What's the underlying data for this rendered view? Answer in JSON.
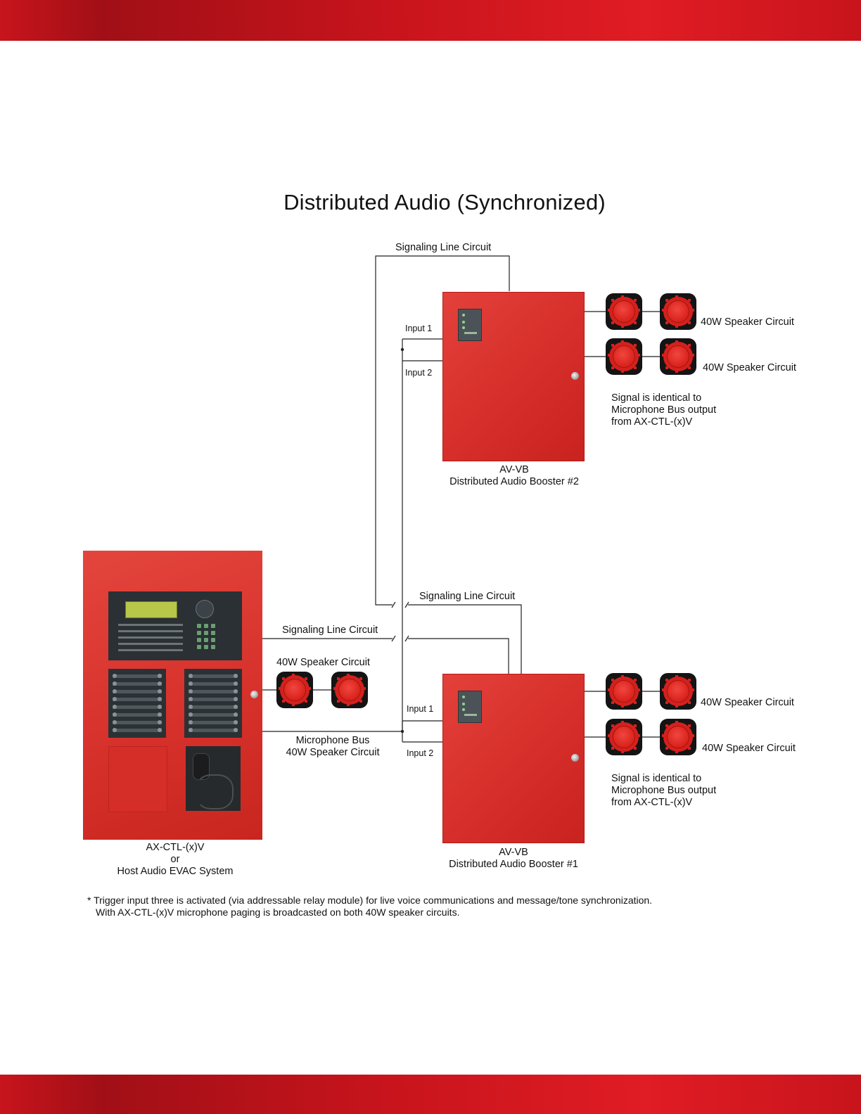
{
  "title": "Distributed Audio (Synchronized)",
  "labels": {
    "slc_top": "Signaling Line Circuit",
    "slc_mid": "Signaling Line Circuit",
    "slc_left": "Signaling Line Circuit",
    "speaker_left": "40W Speaker Circuit",
    "mic_bus_line1": "Microphone Bus",
    "mic_bus_line2": "40W Speaker Circuit"
  },
  "boosters": [
    {
      "model": "AV-VB",
      "name": "Distributed Audio Booster #2",
      "input1": "Input 1",
      "input2": "Input 2",
      "speaker_circuit_1": "40W Speaker Circuit",
      "speaker_circuit_2": "40W Speaker Circuit",
      "note_line1": "Signal is identical to",
      "note_line2": "Microphone Bus output",
      "note_line3": "from AX-CTL-(x)V"
    },
    {
      "model": "AV-VB",
      "name": "Distributed Audio Booster #1",
      "input1": "Input 1",
      "input2": "Input 2",
      "speaker_circuit_1": "40W Speaker Circuit",
      "speaker_circuit_2": "40W Speaker Circuit",
      "note_line1": "Signal is identical to",
      "note_line2": "Microphone Bus output",
      "note_line3": "from AX-CTL-(x)V"
    }
  ],
  "host": {
    "line1": "AX-CTL-(x)V",
    "line2": "or",
    "line3": "Host Audio EVAC System"
  },
  "footnote": {
    "line1": "*  Trigger input three is activated (via addressable relay module) for live voice communications and message/tone synchronization.",
    "line2": "With AX-CTL-(x)V microphone paging is broadcasted on both 40W speaker circuits."
  },
  "colors": {
    "brand_red": "#c8141c",
    "cabinet_red": "#d62e2a",
    "speaker_black": "#141414"
  },
  "icons": [
    "speaker-icon",
    "lock-icon",
    "microphone-icon"
  ]
}
